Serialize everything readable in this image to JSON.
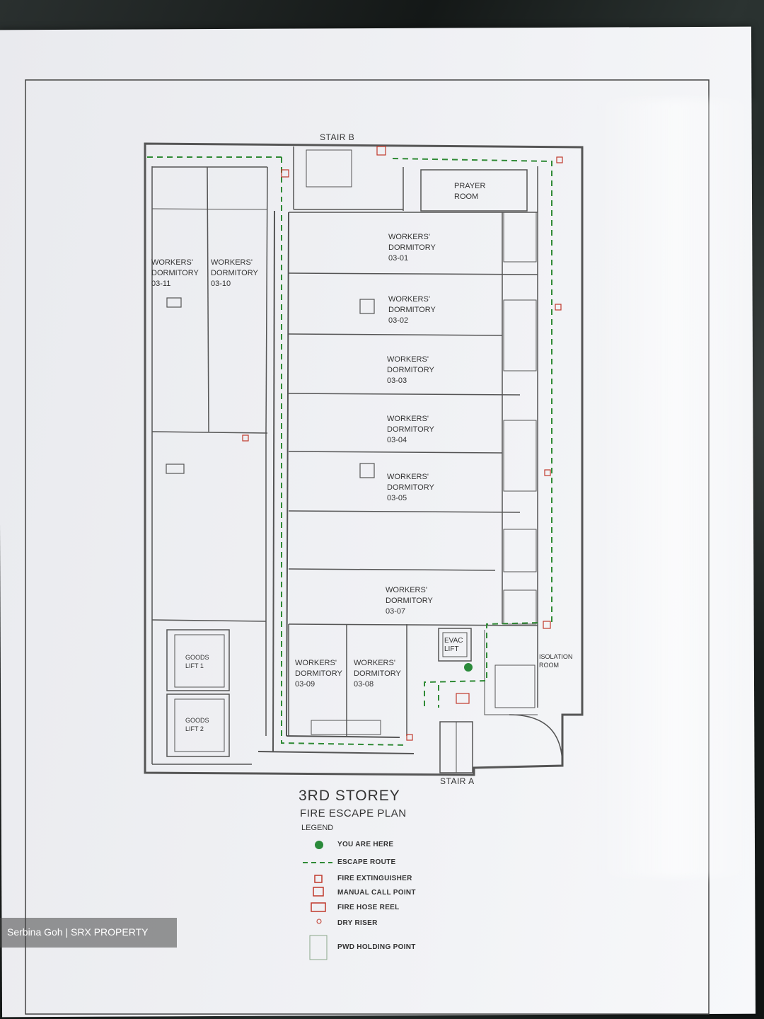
{
  "plan": {
    "title": "3RD STOREY",
    "subtitle": "FIRE ESCAPE PLAN",
    "stairs": {
      "top": "STAIR B",
      "bottom": "STAIR A"
    },
    "rooms": [
      {
        "id": "dorm-03-11",
        "lines": [
          "WORKERS'",
          "DORMITORY",
          "03-11"
        ]
      },
      {
        "id": "dorm-03-10",
        "lines": [
          "WORKERS'",
          "DORMITORY",
          "03-10"
        ]
      },
      {
        "id": "prayer-room",
        "lines": [
          "PRAYER",
          "ROOM"
        ]
      },
      {
        "id": "dorm-03-01",
        "lines": [
          "WORKERS'",
          "DORMITORY",
          "03-01"
        ]
      },
      {
        "id": "dorm-03-02",
        "lines": [
          "WORKERS'",
          "DORMITORY",
          "03-02"
        ]
      },
      {
        "id": "dorm-03-03",
        "lines": [
          "WORKERS'",
          "DORMITORY",
          "03-03"
        ]
      },
      {
        "id": "dorm-03-04",
        "lines": [
          "WORKERS'",
          "DORMITORY",
          "03-04"
        ]
      },
      {
        "id": "dorm-03-05",
        "lines": [
          "WORKERS'",
          "DORMITORY",
          "03-05"
        ]
      },
      {
        "id": "dorm-03-07",
        "lines": [
          "WORKERS'",
          "DORMITORY",
          "03-07"
        ]
      },
      {
        "id": "dorm-03-09",
        "lines": [
          "WORKERS'",
          "DORMITORY",
          "03-09"
        ]
      },
      {
        "id": "dorm-03-08",
        "lines": [
          "WORKERS'",
          "DORMITORY",
          "03-08"
        ]
      },
      {
        "id": "goods-lift-1",
        "lines": [
          "GOODS",
          "LIFT 1"
        ]
      },
      {
        "id": "goods-lift-2",
        "lines": [
          "GOODS",
          "LIFT 2"
        ]
      },
      {
        "id": "evac-lift",
        "lines": [
          "EVAC",
          "LIFT"
        ]
      },
      {
        "id": "isolation-room",
        "lines": [
          "ISOLATION",
          "ROOM"
        ]
      }
    ],
    "legend": {
      "title": "LEGEND",
      "items": [
        {
          "symbol": "you-are-here",
          "label": "YOU ARE HERE"
        },
        {
          "symbol": "escape-route",
          "label": "ESCAPE ROUTE"
        },
        {
          "symbol": "fire-extinguisher",
          "label": "FIRE EXTINGUISHER"
        },
        {
          "symbol": "manual-call-point",
          "label": "MANUAL CALL POINT"
        },
        {
          "symbol": "fire-hose-reel",
          "label": "FIRE HOSE REEL"
        },
        {
          "symbol": "dry-riser",
          "label": "DRY RISER"
        },
        {
          "symbol": "pwd-holding-point",
          "label": "PWD HOLDING POINT"
        }
      ]
    },
    "colors": {
      "route": "#2f8a35",
      "hazard": "#c0392b",
      "line": "#555555"
    }
  },
  "watermark": {
    "text": "Serbina Goh | SRX PROPERTY"
  }
}
